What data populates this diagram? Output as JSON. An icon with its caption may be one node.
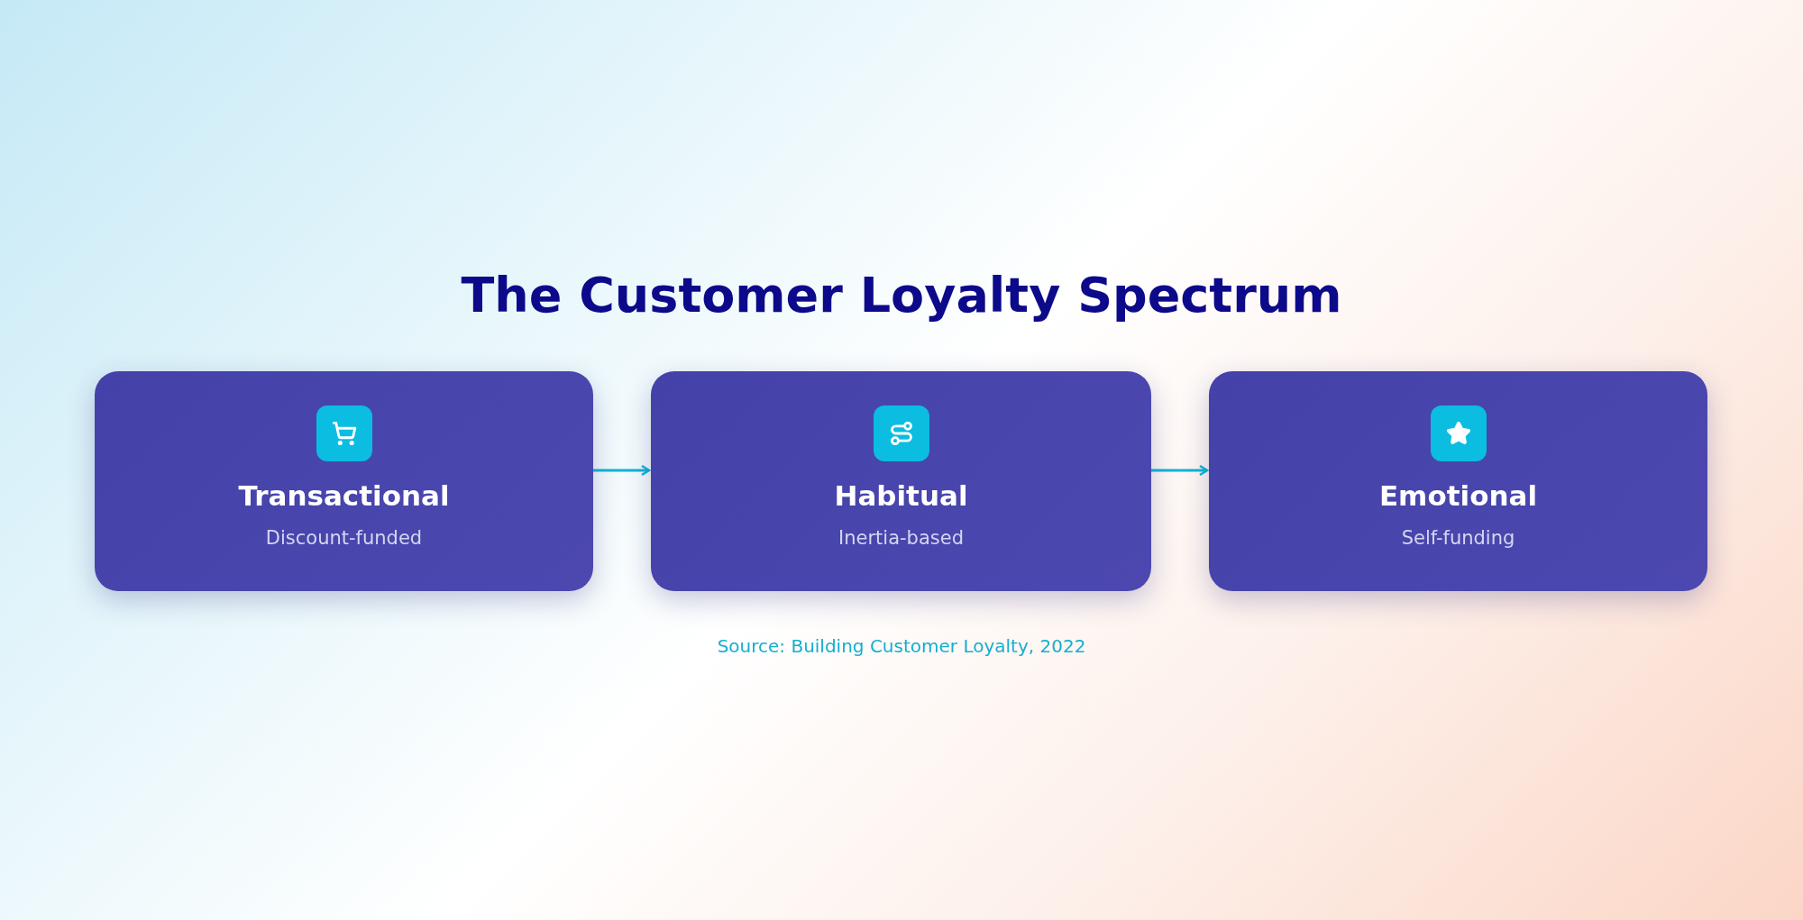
{
  "diagram": {
    "title": "The Customer Loyalty Spectrum",
    "nodes": [
      {
        "text": [
          "Transactional",
          "Discount-funded"
        ]
      },
      {
        "text": [
          "Habitual",
          "Inertia-based"
        ]
      },
      {
        "text": [
          "Emotional",
          "Self-funding"
        ]
      }
    ],
    "edges": [
      {
        "from": 0,
        "to": 1,
        "arrow": "to"
      },
      {
        "from": 1,
        "to": 2,
        "arrow": "to"
      }
    ],
    "labels": [
      "Source: Building Customer Loyalty, 2022"
    ]
  }
}
